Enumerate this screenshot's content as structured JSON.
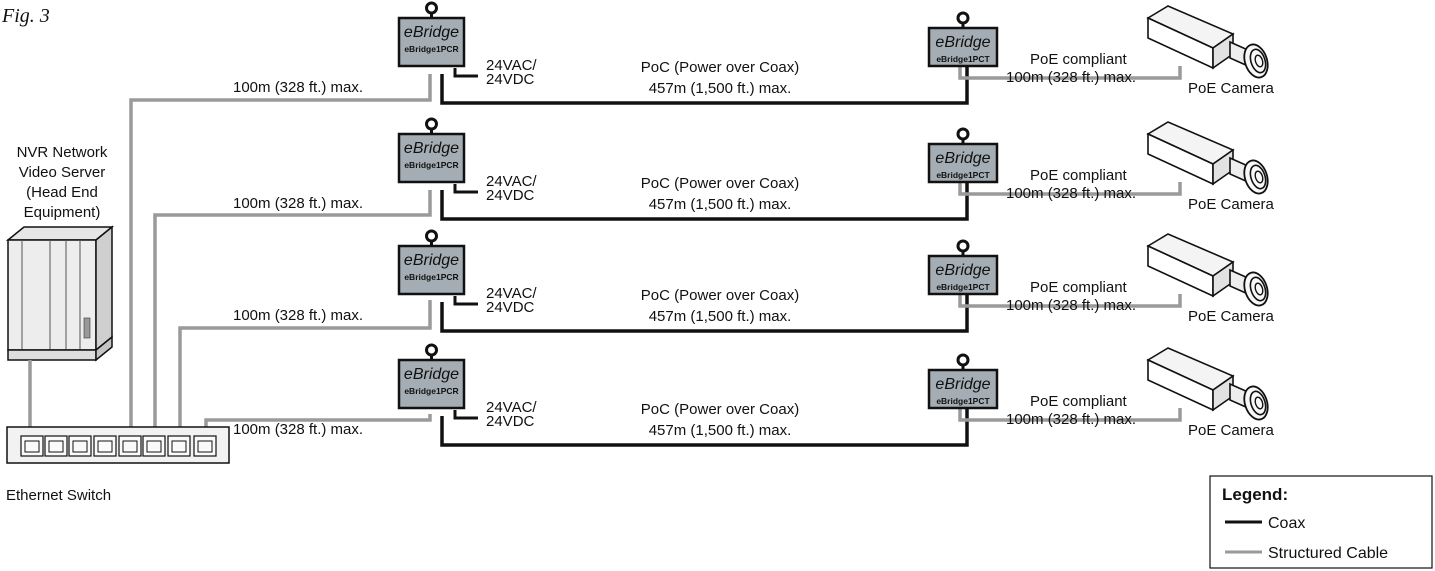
{
  "figure_label": "Fig. 3",
  "colors": {
    "coax": "#111111",
    "structured_cable": "#9a9a9a",
    "device_fill": "#a4adb3",
    "device_stroke": "#111111"
  },
  "head_end": {
    "label_lines": [
      "NVR Network",
      "Video Server",
      "(Head End",
      "Equipment)"
    ],
    "icon": "server-tower-icon"
  },
  "switch": {
    "label": "Ethernet Switch",
    "icon": "ethernet-switch-icon",
    "port_count": 8
  },
  "rows": [
    {
      "cable_run_label": "100m (328 ft.) max.",
      "receiver": {
        "brand": "eBridge",
        "model": "eBridge1PCR"
      },
      "power_label_lines": [
        "24VAC/",
        "24VDC"
      ],
      "coax_label_lines": [
        "PoC (Power over Coax)",
        "457m (1,500 ft.) max."
      ],
      "transmitter": {
        "brand": "eBridge",
        "model": "eBridge1PCT"
      },
      "camera_label_lines": [
        "PoE compliant",
        "100m (328 ft.) max."
      ],
      "camera_name": "PoE Camera"
    },
    {
      "cable_run_label": "100m (328 ft.) max.",
      "receiver": {
        "brand": "eBridge",
        "model": "eBridge1PCR"
      },
      "power_label_lines": [
        "24VAC/",
        "24VDC"
      ],
      "coax_label_lines": [
        "PoC (Power over Coax)",
        "457m (1,500 ft.) max."
      ],
      "transmitter": {
        "brand": "eBridge",
        "model": "eBridge1PCT"
      },
      "camera_label_lines": [
        "PoE compliant",
        "100m (328 ft.) max."
      ],
      "camera_name": "PoE Camera"
    },
    {
      "cable_run_label": "100m (328 ft.) max.",
      "receiver": {
        "brand": "eBridge",
        "model": "eBridge1PCR"
      },
      "power_label_lines": [
        "24VAC/",
        "24VDC"
      ],
      "coax_label_lines": [
        "PoC (Power over Coax)",
        "457m (1,500 ft.) max."
      ],
      "transmitter": {
        "brand": "eBridge",
        "model": "eBridge1PCT"
      },
      "camera_label_lines": [
        "PoE compliant",
        "100m (328 ft.) max."
      ],
      "camera_name": "PoE Camera"
    },
    {
      "cable_run_label": "100m (328 ft.) max.",
      "receiver": {
        "brand": "eBridge",
        "model": "eBridge1PCR"
      },
      "power_label_lines": [
        "24VAC/",
        "24VDC"
      ],
      "coax_label_lines": [
        "PoC (Power over Coax)",
        "457m (1,500 ft.) max."
      ],
      "transmitter": {
        "brand": "eBridge",
        "model": "eBridge1PCT"
      },
      "camera_label_lines": [
        "PoE compliant",
        "100m (328 ft.) max."
      ],
      "camera_name": "PoE Camera"
    }
  ],
  "legend": {
    "title": "Legend:",
    "items": [
      {
        "label": "Coax",
        "line": "coax"
      },
      {
        "label": "Structured Cable",
        "line": "structured_cable"
      }
    ]
  }
}
